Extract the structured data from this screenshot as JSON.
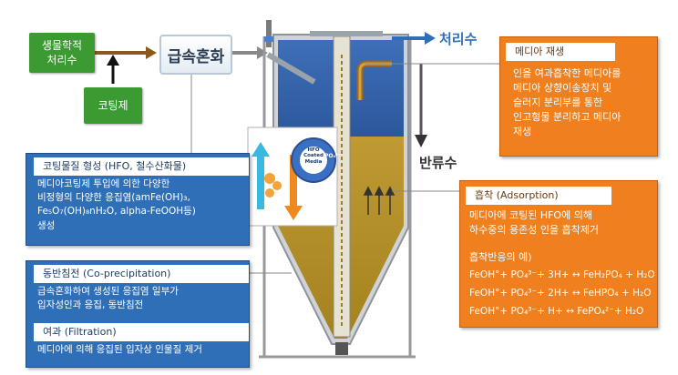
{
  "inputs": {
    "bio_treated": "생물학적\n처리수",
    "coating_agent": "코팅제"
  },
  "mixer_label": "급속혼화",
  "outputs": {
    "treated_water": "처리수",
    "return_flow": "반류수"
  },
  "media_badge": {
    "line1": "HFO",
    "line2": "Coated",
    "line3": "Media",
    "po4": "PO₄³⁻"
  },
  "panel_coating": {
    "title": "코팅물질 형성 (HFO, 철수산화물)",
    "body": "메디아코팅제 투입에 의한 다양한\n비정형의 다양한 응집염(amFe(OH)₃,\nFe₅O₇(OH)₈nH₂O, alpha-FeOOH등)\n생성"
  },
  "panel_coprec": {
    "title": "동반침전 (Co-precipitation)",
    "body": "급속혼화하여 생성된 응집염 일부가\n입자성인과 응집, 동반침전"
  },
  "panel_filtration": {
    "title": "여과 (Filtration)",
    "body": "메디아에 의해 응집된 입자상 인물질 제거"
  },
  "panel_regen": {
    "title": "메디아 재생",
    "body": "인을 여과흡착한 메디아를\n메디아 상향이송장치 및\n슬러지 분리부를 통한\n인고형물 분리하고 메디아\n재생"
  },
  "panel_adsorption": {
    "title": "흡착 (Adsorption)",
    "body": "메디아에 코팅된 HFO에 의해\n하수중의 용존성 인을 흡착제거",
    "subtitle": "흡착반응의 예)",
    "equations": [
      "FeOH°+ PO₄³⁻+ 3H+ ↔ FeH₂PO₄ + H₂O",
      "FeOH°+ PO₄³⁻+ 2H+ ↔ FeHPO₄ + H₂O",
      "FeOH°+ PO₄³⁻+ H+ ↔ FePO₄²⁻+ H₂O"
    ]
  },
  "colors": {
    "green": "#3c9a33",
    "blue_panel": "#2f6fb8",
    "orange_panel": "#f07f1e",
    "water_blue": "#2f5fa8",
    "sludge": "#b08d2a"
  }
}
